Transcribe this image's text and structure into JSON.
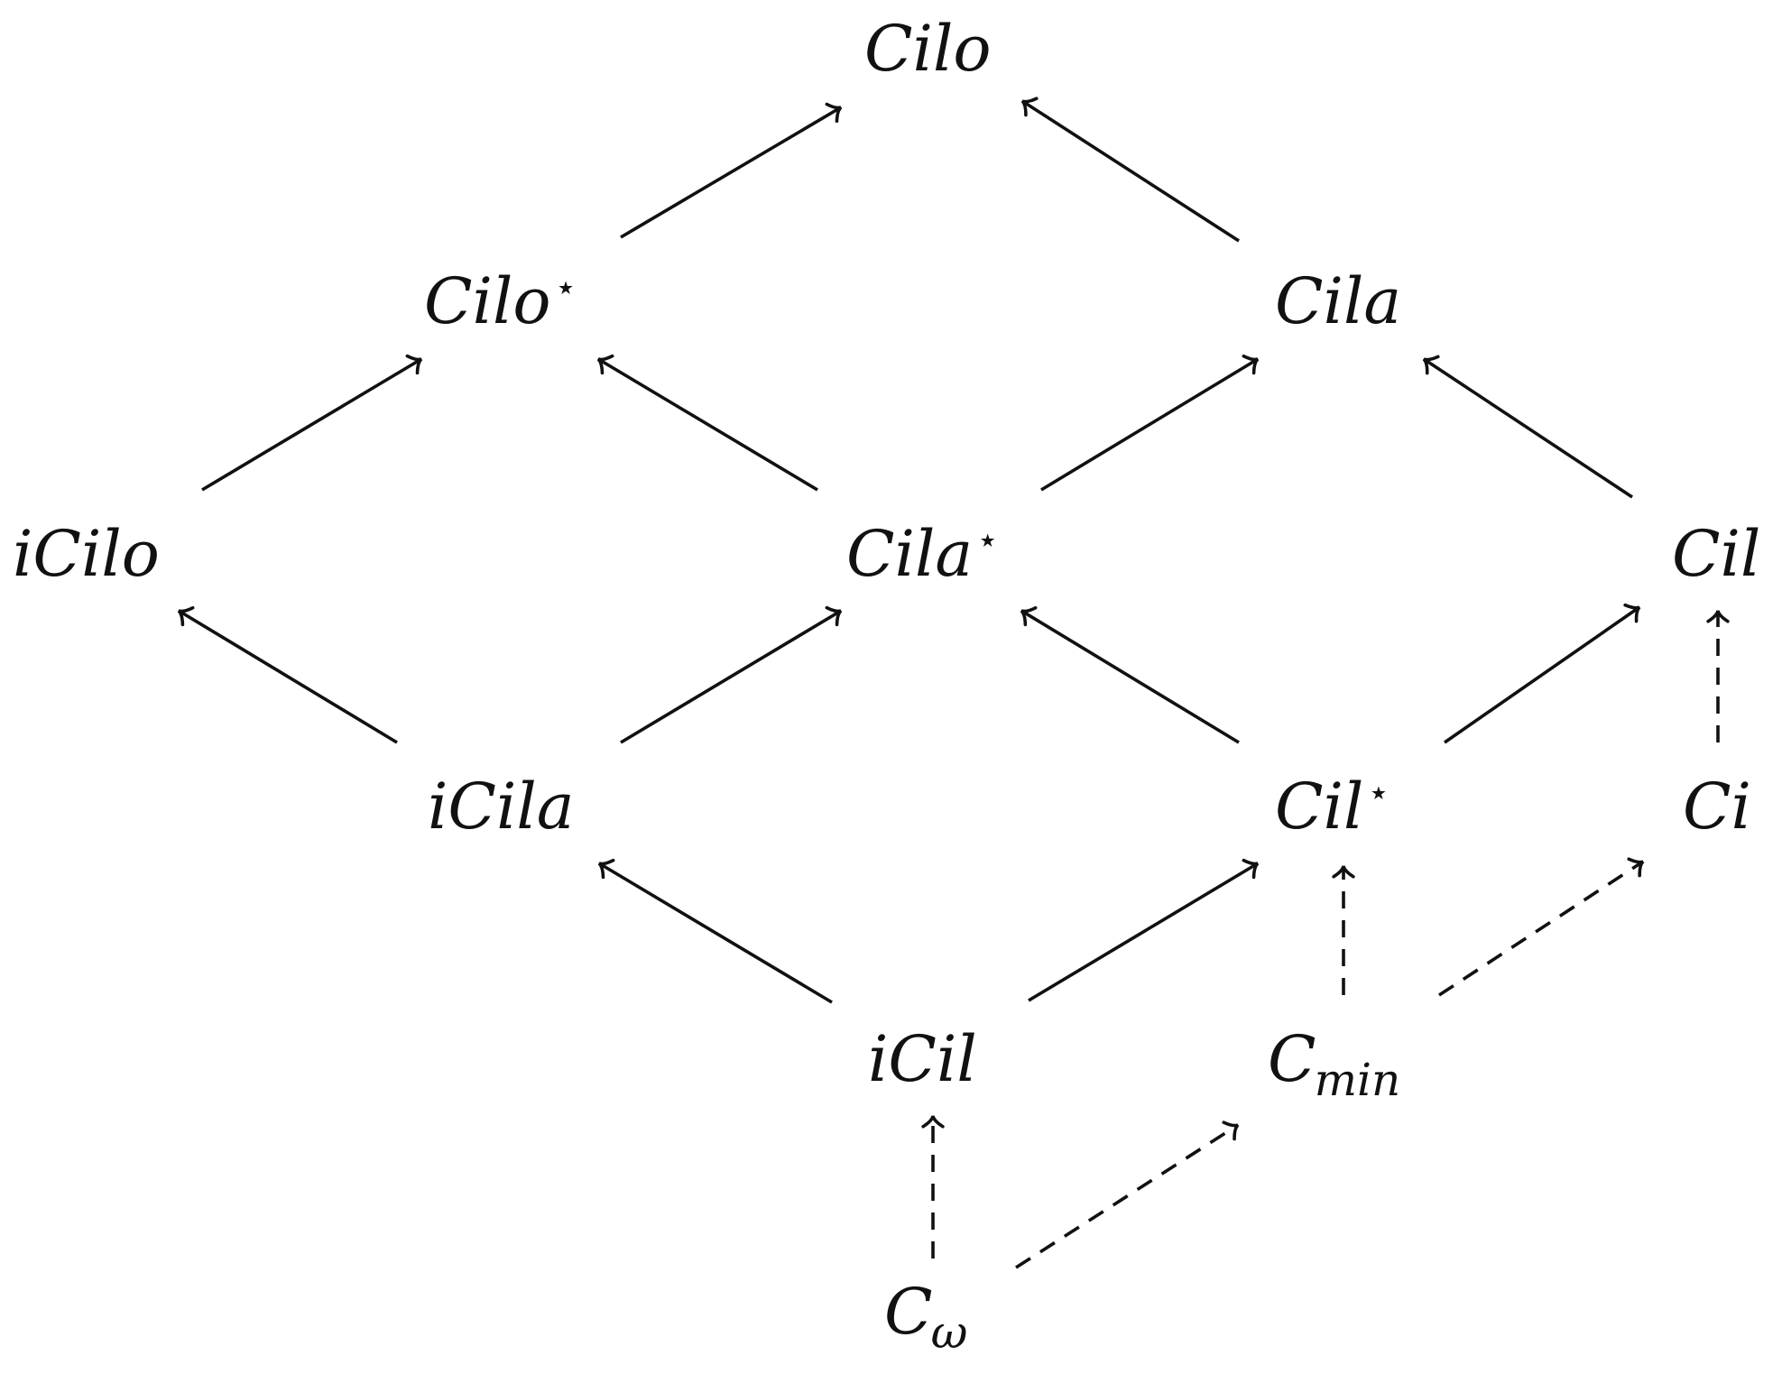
{
  "nodes": [
    {
      "id": "Cilo",
      "label": "Cilo",
      "sup": "",
      "sub": ""
    },
    {
      "id": "CiloStar",
      "label": "Cilo",
      "sup": "⋆",
      "sub": ""
    },
    {
      "id": "Cila",
      "label": "Cila",
      "sup": "",
      "sub": ""
    },
    {
      "id": "iCilo",
      "label": "iCilo",
      "sup": "",
      "sub": ""
    },
    {
      "id": "CilaStar",
      "label": "Cila",
      "sup": "⋆",
      "sub": ""
    },
    {
      "id": "Cil",
      "label": "Cil",
      "sup": "",
      "sub": ""
    },
    {
      "id": "iCila",
      "label": "iCila",
      "sup": "",
      "sub": ""
    },
    {
      "id": "CilStar",
      "label": "Cil",
      "sup": "⋆",
      "sub": ""
    },
    {
      "id": "Ci",
      "label": "Ci",
      "sup": "",
      "sub": ""
    },
    {
      "id": "iCil",
      "label": "iCil",
      "sup": "",
      "sub": ""
    },
    {
      "id": "Cmin",
      "label": "C",
      "sup": "",
      "sub": "min"
    },
    {
      "id": "Comega",
      "label": "C",
      "sup": "",
      "sub": "ω"
    }
  ],
  "edges": [
    {
      "from": "CiloStar",
      "to": "Cilo",
      "style": "solid"
    },
    {
      "from": "Cila",
      "to": "Cilo",
      "style": "solid"
    },
    {
      "from": "iCilo",
      "to": "CiloStar",
      "style": "solid"
    },
    {
      "from": "CilaStar",
      "to": "CiloStar",
      "style": "solid"
    },
    {
      "from": "CilaStar",
      "to": "Cila",
      "style": "solid"
    },
    {
      "from": "Cil",
      "to": "Cila",
      "style": "solid"
    },
    {
      "from": "iCila",
      "to": "iCilo",
      "style": "solid"
    },
    {
      "from": "iCila",
      "to": "CilaStar",
      "style": "solid"
    },
    {
      "from": "CilStar",
      "to": "CilaStar",
      "style": "solid"
    },
    {
      "from": "CilStar",
      "to": "Cil",
      "style": "solid"
    },
    {
      "from": "Ci",
      "to": "Cil",
      "style": "dashed"
    },
    {
      "from": "iCil",
      "to": "iCila",
      "style": "solid"
    },
    {
      "from": "iCil",
      "to": "CilStar",
      "style": "solid"
    },
    {
      "from": "Cmin",
      "to": "CilStar",
      "style": "dashed"
    },
    {
      "from": "Cmin",
      "to": "Ci",
      "style": "dashed"
    },
    {
      "from": "Comega",
      "to": "iCil",
      "style": "dashed"
    },
    {
      "from": "Comega",
      "to": "Cmin",
      "style": "dashed"
    }
  ]
}
